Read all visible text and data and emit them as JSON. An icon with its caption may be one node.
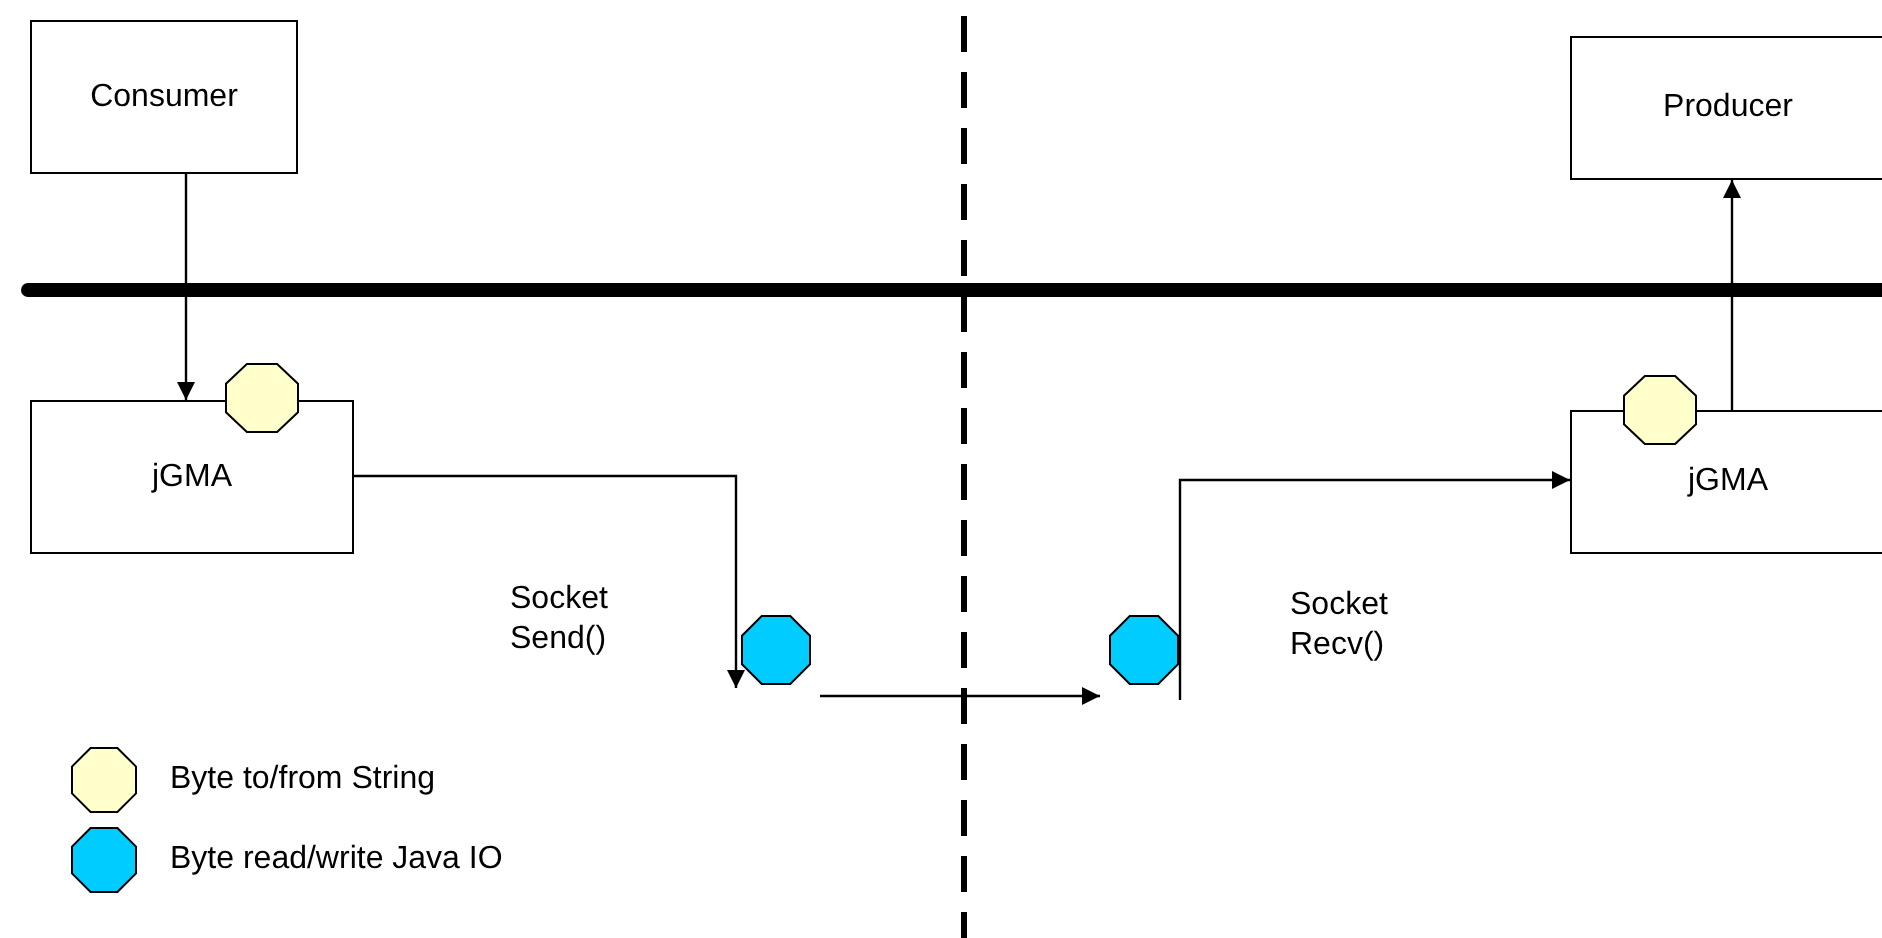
{
  "diagram": {
    "nodes": [
      {
        "text": [
          "Consumer"
        ]
      },
      {
        "text": [
          "Producer"
        ]
      },
      {
        "text": [
          "jGMA"
        ]
      },
      {
        "text": [
          "jGMA"
        ]
      },
      {
        "text": [],
        "shape": "octagon"
      },
      {
        "text": [],
        "shape": "octagon"
      }
    ],
    "edges": [
      {
        "from": 0,
        "to": 2,
        "arrow": "to"
      },
      {
        "from": 2,
        "to": 4,
        "arrow": "to"
      },
      {
        "from": 4,
        "to": 5,
        "arrow": "to"
      },
      {
        "from": 5,
        "to": 3,
        "arrow": "to"
      },
      {
        "from": 3,
        "to": 1,
        "arrow": "to"
      }
    ],
    "labels": [
      "Socket Send()",
      "Socket Recv()"
    ],
    "legend": [
      {
        "text": "Byte to/from String",
        "color": "#ffffcc"
      },
      {
        "text": "Byte read/write Java IO",
        "color": "#00ccff"
      }
    ]
  }
}
